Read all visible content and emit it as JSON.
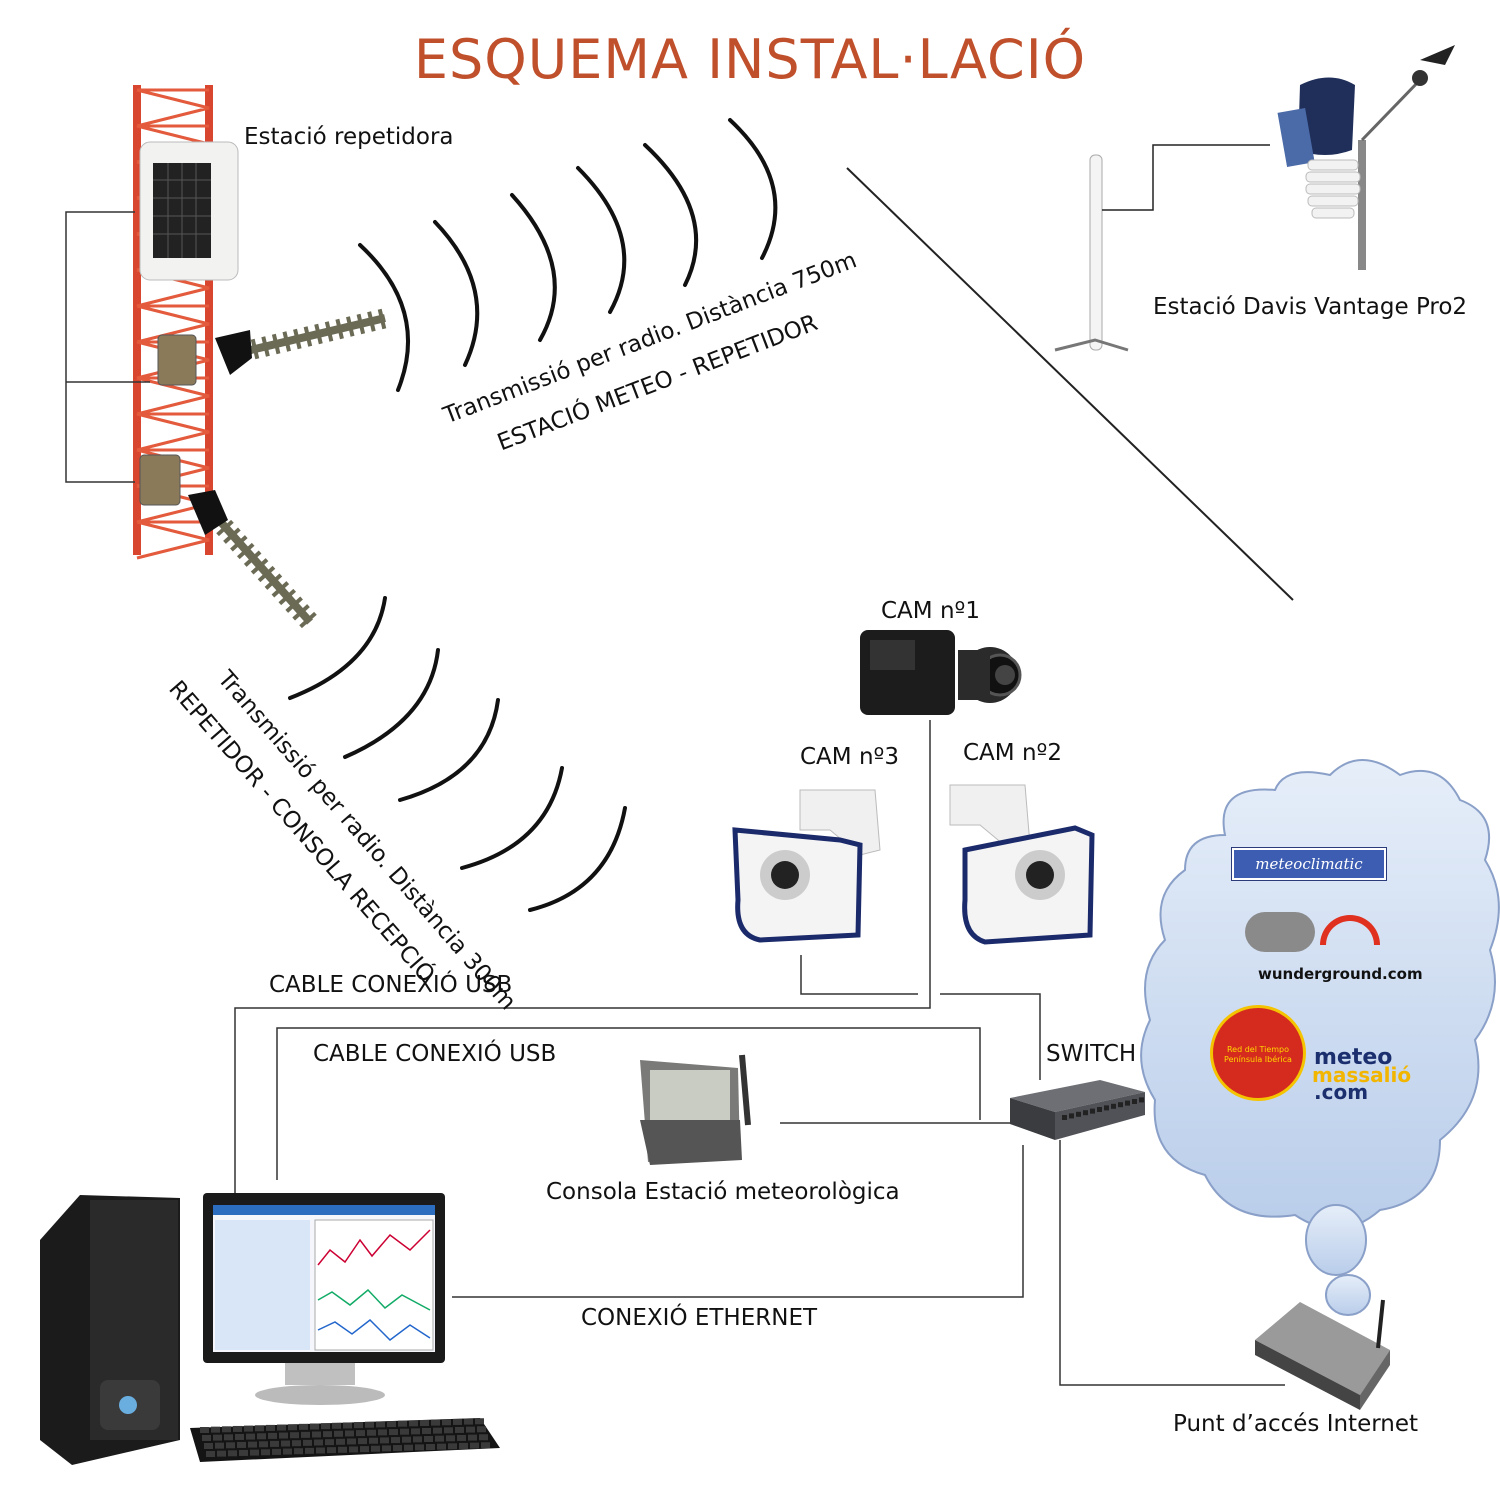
{
  "title": "ESQUEMA INSTAL·LACIÓ",
  "labels": {
    "repeater_station": "Estació repetidora",
    "davis_station": "Estació Davis Vantage Pro2",
    "radio_link_1_line1": "Transmissió per radio. Distància 750m",
    "radio_link_1_line2": "ESTACIÓ METEO - REPETIDOR",
    "radio_link_2_line1": "Transmissió per radio. Distància 300m",
    "radio_link_2_line2": "REPETIDOR - CONSOLA RECEPCIÓ",
    "cam1": "CAM nº1",
    "cam2": "CAM nº2",
    "cam3": "CAM nº3",
    "usb_cable_1": "CABLE CONEXIÓ USB",
    "usb_cable_2": "CABLE CONEXIÓ USB",
    "switch": "SWITCH",
    "console": "Consola Estació meteorològica",
    "ethernet": "CONEXIÓ ETHERNET",
    "internet_access": "Punt d’accés Internet"
  },
  "cloud_services": {
    "meteoclimatic": "meteoclimatic",
    "wunderground": "wunderground.com",
    "red_tiempo": "Red del Tiempo Península Ibérica",
    "meteomassalio_1": "meteo",
    "meteomassalio_2": "massalió",
    "meteomassalio_3": ".com"
  },
  "colors": {
    "title": "#c0502c",
    "tower": "#d9462f",
    "cloud": "#c9d8ee",
    "lines": "#333333"
  }
}
